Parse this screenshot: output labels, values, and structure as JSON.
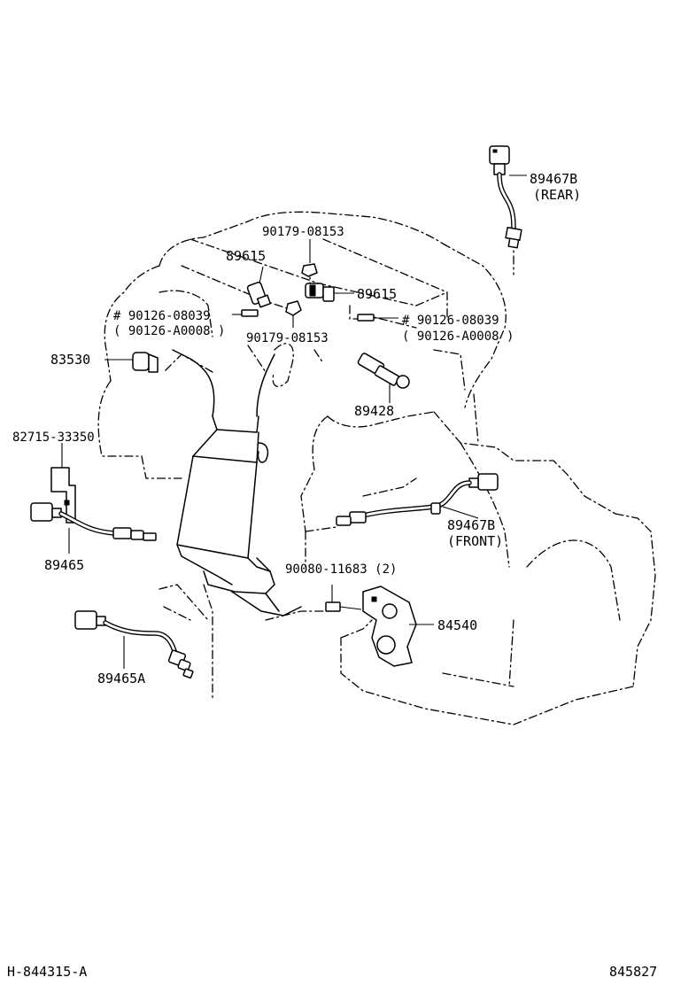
{
  "labels": {
    "sensor_rear_no": "89467B",
    "sensor_rear_pos": "(REAR)",
    "nut_top": "90179-08153",
    "plug_left": "89615",
    "plug_right": "89615",
    "bolt_left_no": "# 90126-08039",
    "bolt_left_alt": "( 90126-A0008 )",
    "nut_mid": "90179-08153",
    "bolt_right_no": "# 90126-08039",
    "bolt_right_alt": "( 90126-A0008 )",
    "switch_temp": "83530",
    "crank_sensor": "89428",
    "bracket": "82715-33350",
    "sensor_front_no": "89467B",
    "sensor_front_pos": "(FRONT)",
    "oxygen_sensor": "89465",
    "bolt_switch": "90080-11683 (2)",
    "neutral_switch": "84540",
    "oxygen_sensor_a": "89465A"
  },
  "footer": {
    "left_code": "H-844315-A",
    "right_code": "845827"
  }
}
